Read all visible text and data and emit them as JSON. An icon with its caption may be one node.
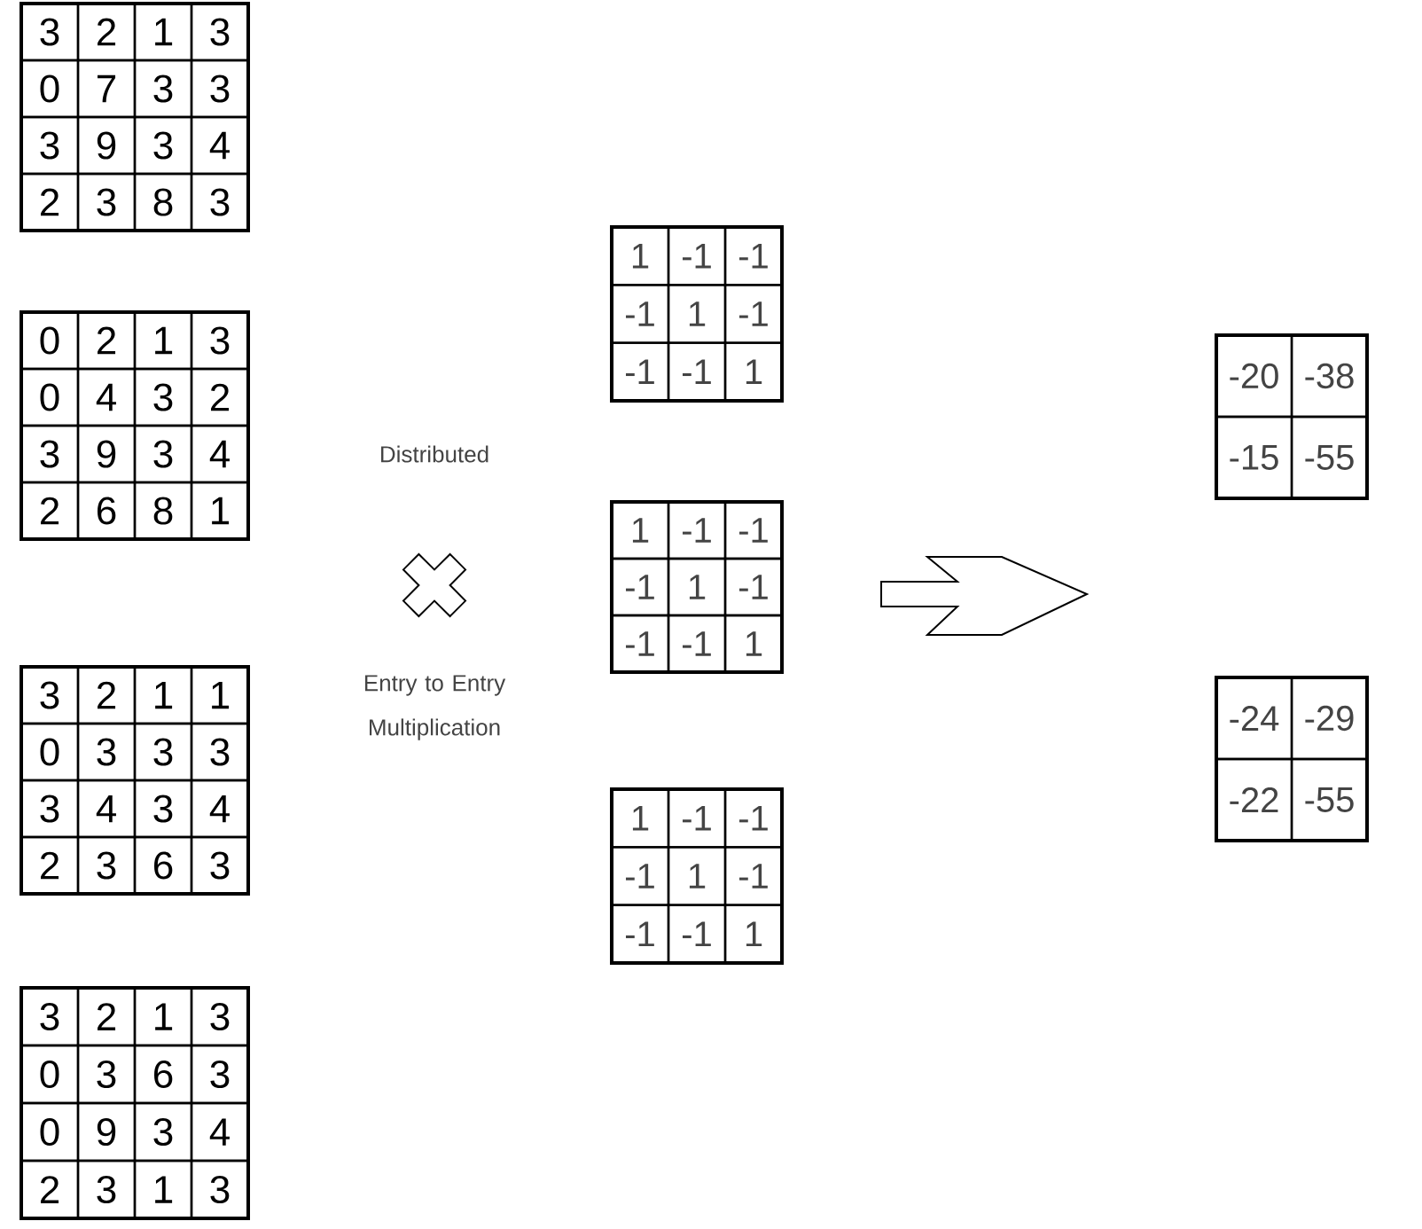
{
  "diagram": {
    "nodes": [
      {
        "text": [],
        "shape": "box"
      },
      {
        "text": [
          "3"
        ],
        "in": 0
      },
      {
        "text": [
          "2"
        ],
        "in": 0
      },
      {
        "text": [
          "1"
        ],
        "in": 0
      },
      {
        "text": [
          "3"
        ],
        "in": 0
      },
      {
        "text": [
          "0"
        ],
        "in": 0
      },
      {
        "text": [
          "7"
        ],
        "in": 0
      },
      {
        "text": [
          "3"
        ],
        "in": 0
      },
      {
        "text": [
          "3"
        ],
        "in": 0
      },
      {
        "text": [
          "3"
        ],
        "in": 0
      },
      {
        "text": [
          "9"
        ],
        "in": 0
      },
      {
        "text": [
          "3"
        ],
        "in": 0
      },
      {
        "text": [
          "4"
        ],
        "in": 0
      },
      {
        "text": [
          "2"
        ],
        "in": 0
      },
      {
        "text": [
          "3"
        ],
        "in": 0
      },
      {
        "text": [
          "8"
        ],
        "in": 0
      },
      {
        "text": [
          "3"
        ],
        "in": 0
      },
      {
        "text": [],
        "shape": "box"
      },
      {
        "text": [
          "1"
        ],
        "in": 17
      },
      {
        "text": [
          "-1"
        ],
        "in": 17
      },
      {
        "text": [
          "-1"
        ],
        "in": 17
      },
      {
        "text": [
          "-1"
        ],
        "in": 17
      },
      {
        "text": [
          "1"
        ],
        "in": 17
      },
      {
        "text": [
          "-1"
        ],
        "in": 17
      },
      {
        "text": [
          "-1"
        ],
        "in": 17
      },
      {
        "text": [
          "-1"
        ],
        "in": 17
      },
      {
        "text": [
          "1"
        ],
        "in": 17
      },
      {
        "text": [],
        "shape": "box"
      },
      {
        "text": [
          "0"
        ],
        "in": 27
      },
      {
        "text": [
          "2"
        ],
        "in": 27
      },
      {
        "text": [
          "1"
        ],
        "in": 27
      },
      {
        "text": [
          "3"
        ],
        "in": 27
      },
      {
        "text": [
          "0"
        ],
        "in": 27
      },
      {
        "text": [
          "4"
        ],
        "in": 27
      },
      {
        "text": [
          "3"
        ],
        "in": 27
      },
      {
        "text": [
          "2"
        ],
        "in": 27
      },
      {
        "text": [
          "3"
        ],
        "in": 27
      },
      {
        "text": [
          "9"
        ],
        "in": 27
      },
      {
        "text": [
          "3"
        ],
        "in": 27
      },
      {
        "text": [
          "4"
        ],
        "in": 27
      },
      {
        "text": [
          "2"
        ],
        "in": 27
      },
      {
        "text": [
          "6"
        ],
        "in": 27
      },
      {
        "text": [
          "8"
        ],
        "in": 27
      },
      {
        "text": [
          "1"
        ],
        "in": 27
      },
      {
        "text": [],
        "shape": "box"
      },
      {
        "text": [
          "-20"
        ],
        "in": 44
      },
      {
        "text": [
          "-38"
        ],
        "in": 44
      },
      {
        "text": [
          "-15"
        ],
        "in": 44
      },
      {
        "text": [
          "-55"
        ],
        "in": 44
      },
      {
        "text": [],
        "shape": "box"
      },
      {
        "text": [
          "1"
        ],
        "in": 49
      },
      {
        "text": [
          "-1"
        ],
        "in": 49
      },
      {
        "text": [
          "-1"
        ],
        "in": 49
      },
      {
        "text": [
          "-1"
        ],
        "in": 49
      },
      {
        "text": [
          "1"
        ],
        "in": 49
      },
      {
        "text": [
          "-1"
        ],
        "in": 49
      },
      {
        "text": [
          "-1"
        ],
        "in": 49
      },
      {
        "text": [
          "-1"
        ],
        "in": 49
      },
      {
        "text": [
          "1"
        ],
        "in": 49
      },
      {
        "text": [],
        "shape": "box"
      },
      {
        "text": [
          "-24"
        ],
        "in": 59
      },
      {
        "text": [
          "-29"
        ],
        "in": 59
      },
      {
        "text": [
          "-22"
        ],
        "in": 59
      },
      {
        "text": [
          "-55"
        ],
        "in": 59
      },
      {
        "text": [],
        "shape": "box"
      },
      {
        "text": [
          "3"
        ],
        "in": 64
      },
      {
        "text": [
          "2"
        ],
        "in": 64
      },
      {
        "text": [
          "1"
        ],
        "in": 64
      },
      {
        "text": [
          "1"
        ],
        "in": 64
      },
      {
        "text": [
          "0"
        ],
        "in": 64
      },
      {
        "text": [
          "3"
        ],
        "in": 64
      },
      {
        "text": [
          "3"
        ],
        "in": 64
      },
      {
        "text": [
          "3"
        ],
        "in": 64
      },
      {
        "text": [
          "3"
        ],
        "in": 64
      },
      {
        "text": [
          "4"
        ],
        "in": 64
      },
      {
        "text": [
          "3"
        ],
        "in": 64
      },
      {
        "text": [
          "4"
        ],
        "in": 64
      },
      {
        "text": [
          "2"
        ],
        "in": 64
      },
      {
        "text": [
          "3"
        ],
        "in": 64
      },
      {
        "text": [
          "6"
        ],
        "in": 64
      },
      {
        "text": [
          "3"
        ],
        "in": 64
      },
      {
        "text": [],
        "shape": "box"
      },
      {
        "text": [
          "1"
        ],
        "in": 81
      },
      {
        "text": [
          "-1"
        ],
        "in": 81
      },
      {
        "text": [
          "-1"
        ],
        "in": 81
      },
      {
        "text": [
          "-1"
        ],
        "in": 81
      },
      {
        "text": [
          "1"
        ],
        "in": 81
      },
      {
        "text": [
          "-1"
        ],
        "in": 81
      },
      {
        "text": [
          "-1"
        ],
        "in": 81
      },
      {
        "text": [
          "-1"
        ],
        "in": 81
      },
      {
        "text": [
          "1"
        ],
        "in": 81
      },
      {
        "text": [],
        "shape": "box"
      },
      {
        "text": [
          "3"
        ],
        "in": 91
      },
      {
        "text": [
          "2"
        ],
        "in": 91
      },
      {
        "text": [
          "1"
        ],
        "in": 91
      },
      {
        "text": [
          "3"
        ],
        "in": 91
      },
      {
        "text": [
          "0"
        ],
        "in": 91
      },
      {
        "text": [
          "3"
        ],
        "in": 91
      },
      {
        "text": [
          "6"
        ],
        "in": 91
      },
      {
        "text": [
          "3"
        ],
        "in": 91
      },
      {
        "text": [
          "0"
        ],
        "in": 91
      },
      {
        "text": [
          "9"
        ],
        "in": 91
      },
      {
        "text": [
          "3"
        ],
        "in": 91
      },
      {
        "text": [
          "4"
        ],
        "in": 91
      },
      {
        "text": [
          "2"
        ],
        "in": 91
      },
      {
        "text": [
          "3"
        ],
        "in": 91
      },
      {
        "text": [
          "1"
        ],
        "in": 91
      },
      {
        "text": [
          "3"
        ],
        "in": 91
      }
    ],
    "labels": [
      "Distributed",
      "Entry to Entry Multiplication"
    ]
  }
}
